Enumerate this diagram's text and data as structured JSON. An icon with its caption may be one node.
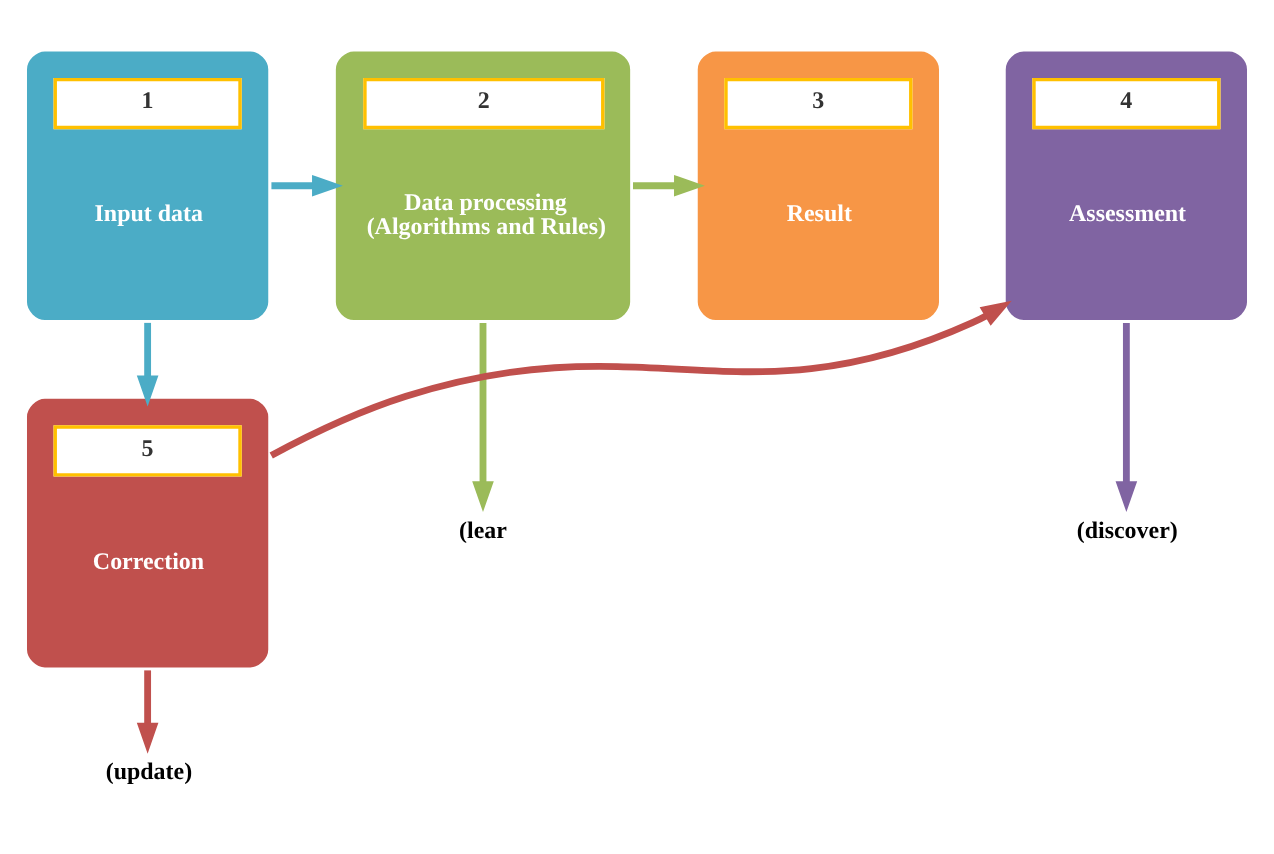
{
  "diagram": {
    "nodes": [
      {
        "text": [
          "1",
          "Input data"
        ]
      },
      {
        "text": [
          "2",
          "Data processing (Algorithms and Rules)"
        ]
      },
      {
        "text": [
          "3",
          "Result"
        ]
      },
      {
        "text": [
          "4",
          "Assessment"
        ]
      },
      {
        "text": [
          "(discover)"
        ]
      },
      {
        "text": [
          "(lear"
        ]
      },
      {
        "text": [
          "5",
          "Correction"
        ]
      },
      {
        "text": [
          "(update)"
        ]
      }
    ],
    "edges": [
      {
        "from": 0,
        "to": 1,
        "arrow": "to",
        "color": "#4bacc6"
      },
      {
        "from": 1,
        "to": 2,
        "arrow": "to",
        "color": "#9bbb59"
      },
      {
        "from": 3,
        "to": 4,
        "arrow": "to",
        "color": "#8064a2"
      },
      {
        "from": 1,
        "to": 5,
        "arrow": "to",
        "color": "#9bbb59"
      },
      {
        "from": 0,
        "to": 6,
        "arrow": "to",
        "color": "#4bacc6"
      },
      {
        "from": 6,
        "to": 3,
        "arrow": "to",
        "color": "#c0504d"
      },
      {
        "from": 6,
        "to": 7,
        "arrow": "to",
        "color": "#c0504d"
      }
    ]
  }
}
